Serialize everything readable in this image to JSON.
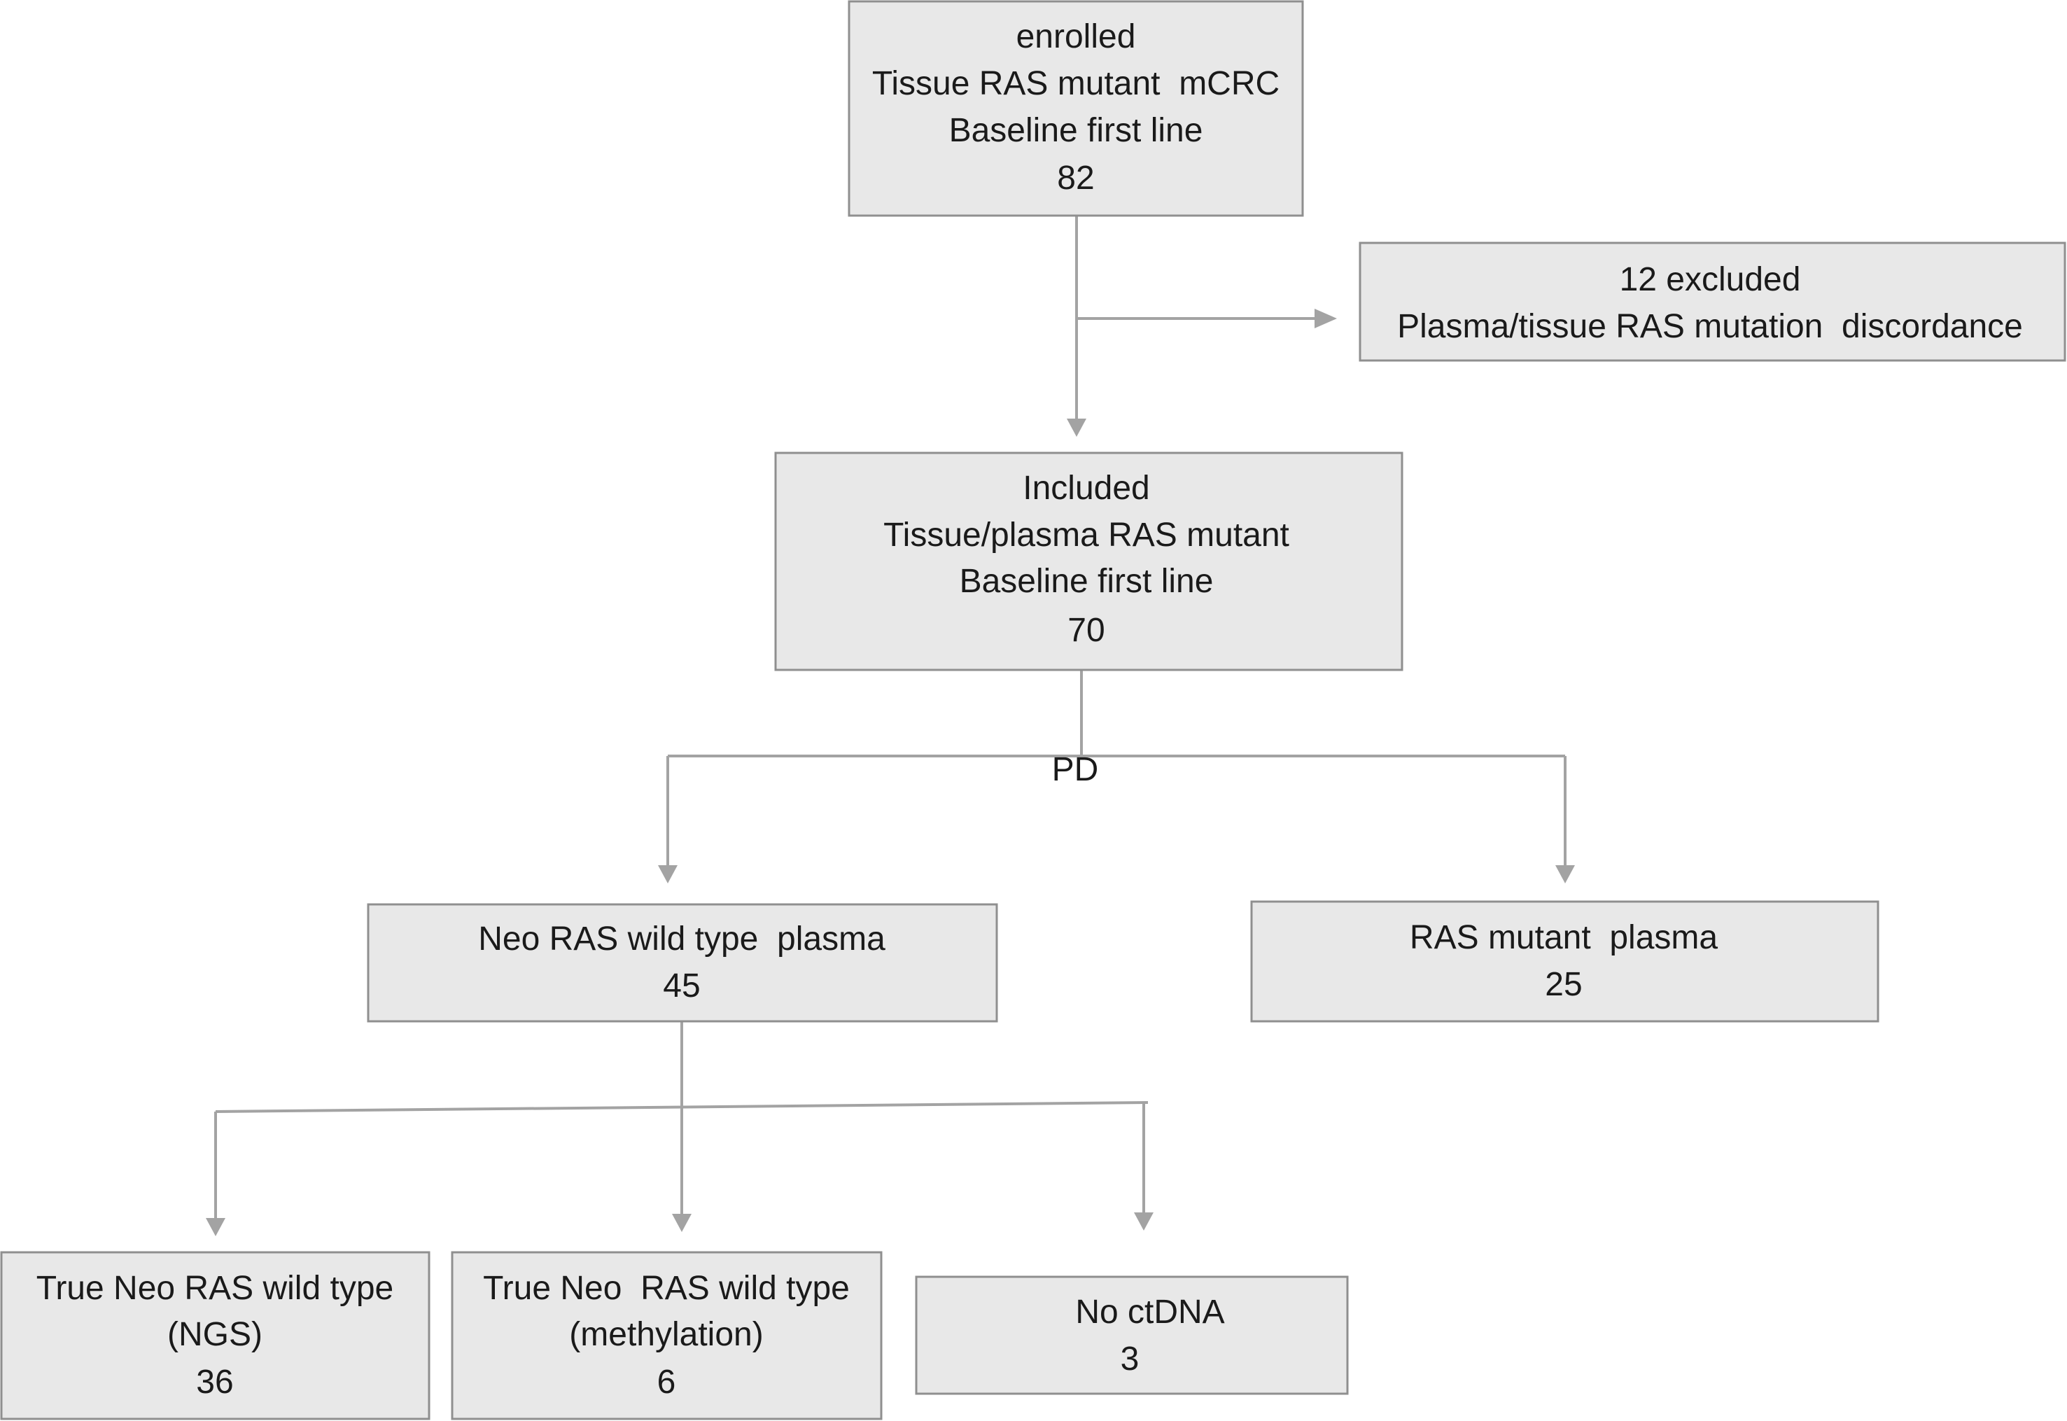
{
  "nodes": [
    {
      "id": "enrolled",
      "lines": [
        "enrolled",
        "Tissue RAS mutant  mCRC",
        "Baseline first line",
        "82"
      ]
    },
    {
      "id": "excluded",
      "lines": [
        "12 excluded",
        "Plasma/tissue RAS mutation  discordance"
      ]
    },
    {
      "id": "included",
      "lines": [
        "Included",
        "Tissue/plasma RAS mutant",
        "Baseline first line",
        "70"
      ]
    },
    {
      "id": "neo-ras-wild-type",
      "lines": [
        "Neo RAS wild type  plasma",
        "45"
      ]
    },
    {
      "id": "ras-mutant",
      "lines": [
        "RAS mutant  plasma",
        "25"
      ]
    },
    {
      "id": "true-neo-ngs",
      "lines": [
        "True Neo RAS wild type",
        "(NGS)",
        "36"
      ]
    },
    {
      "id": "true-neo-methylation",
      "lines": [
        "True Neo  RAS wild type",
        "(methylation)",
        "6"
      ]
    },
    {
      "id": "no-ctdna",
      "lines": [
        "No ctDNA",
        "3"
      ]
    }
  ],
  "edge_labels": {
    "progression": "PD"
  }
}
